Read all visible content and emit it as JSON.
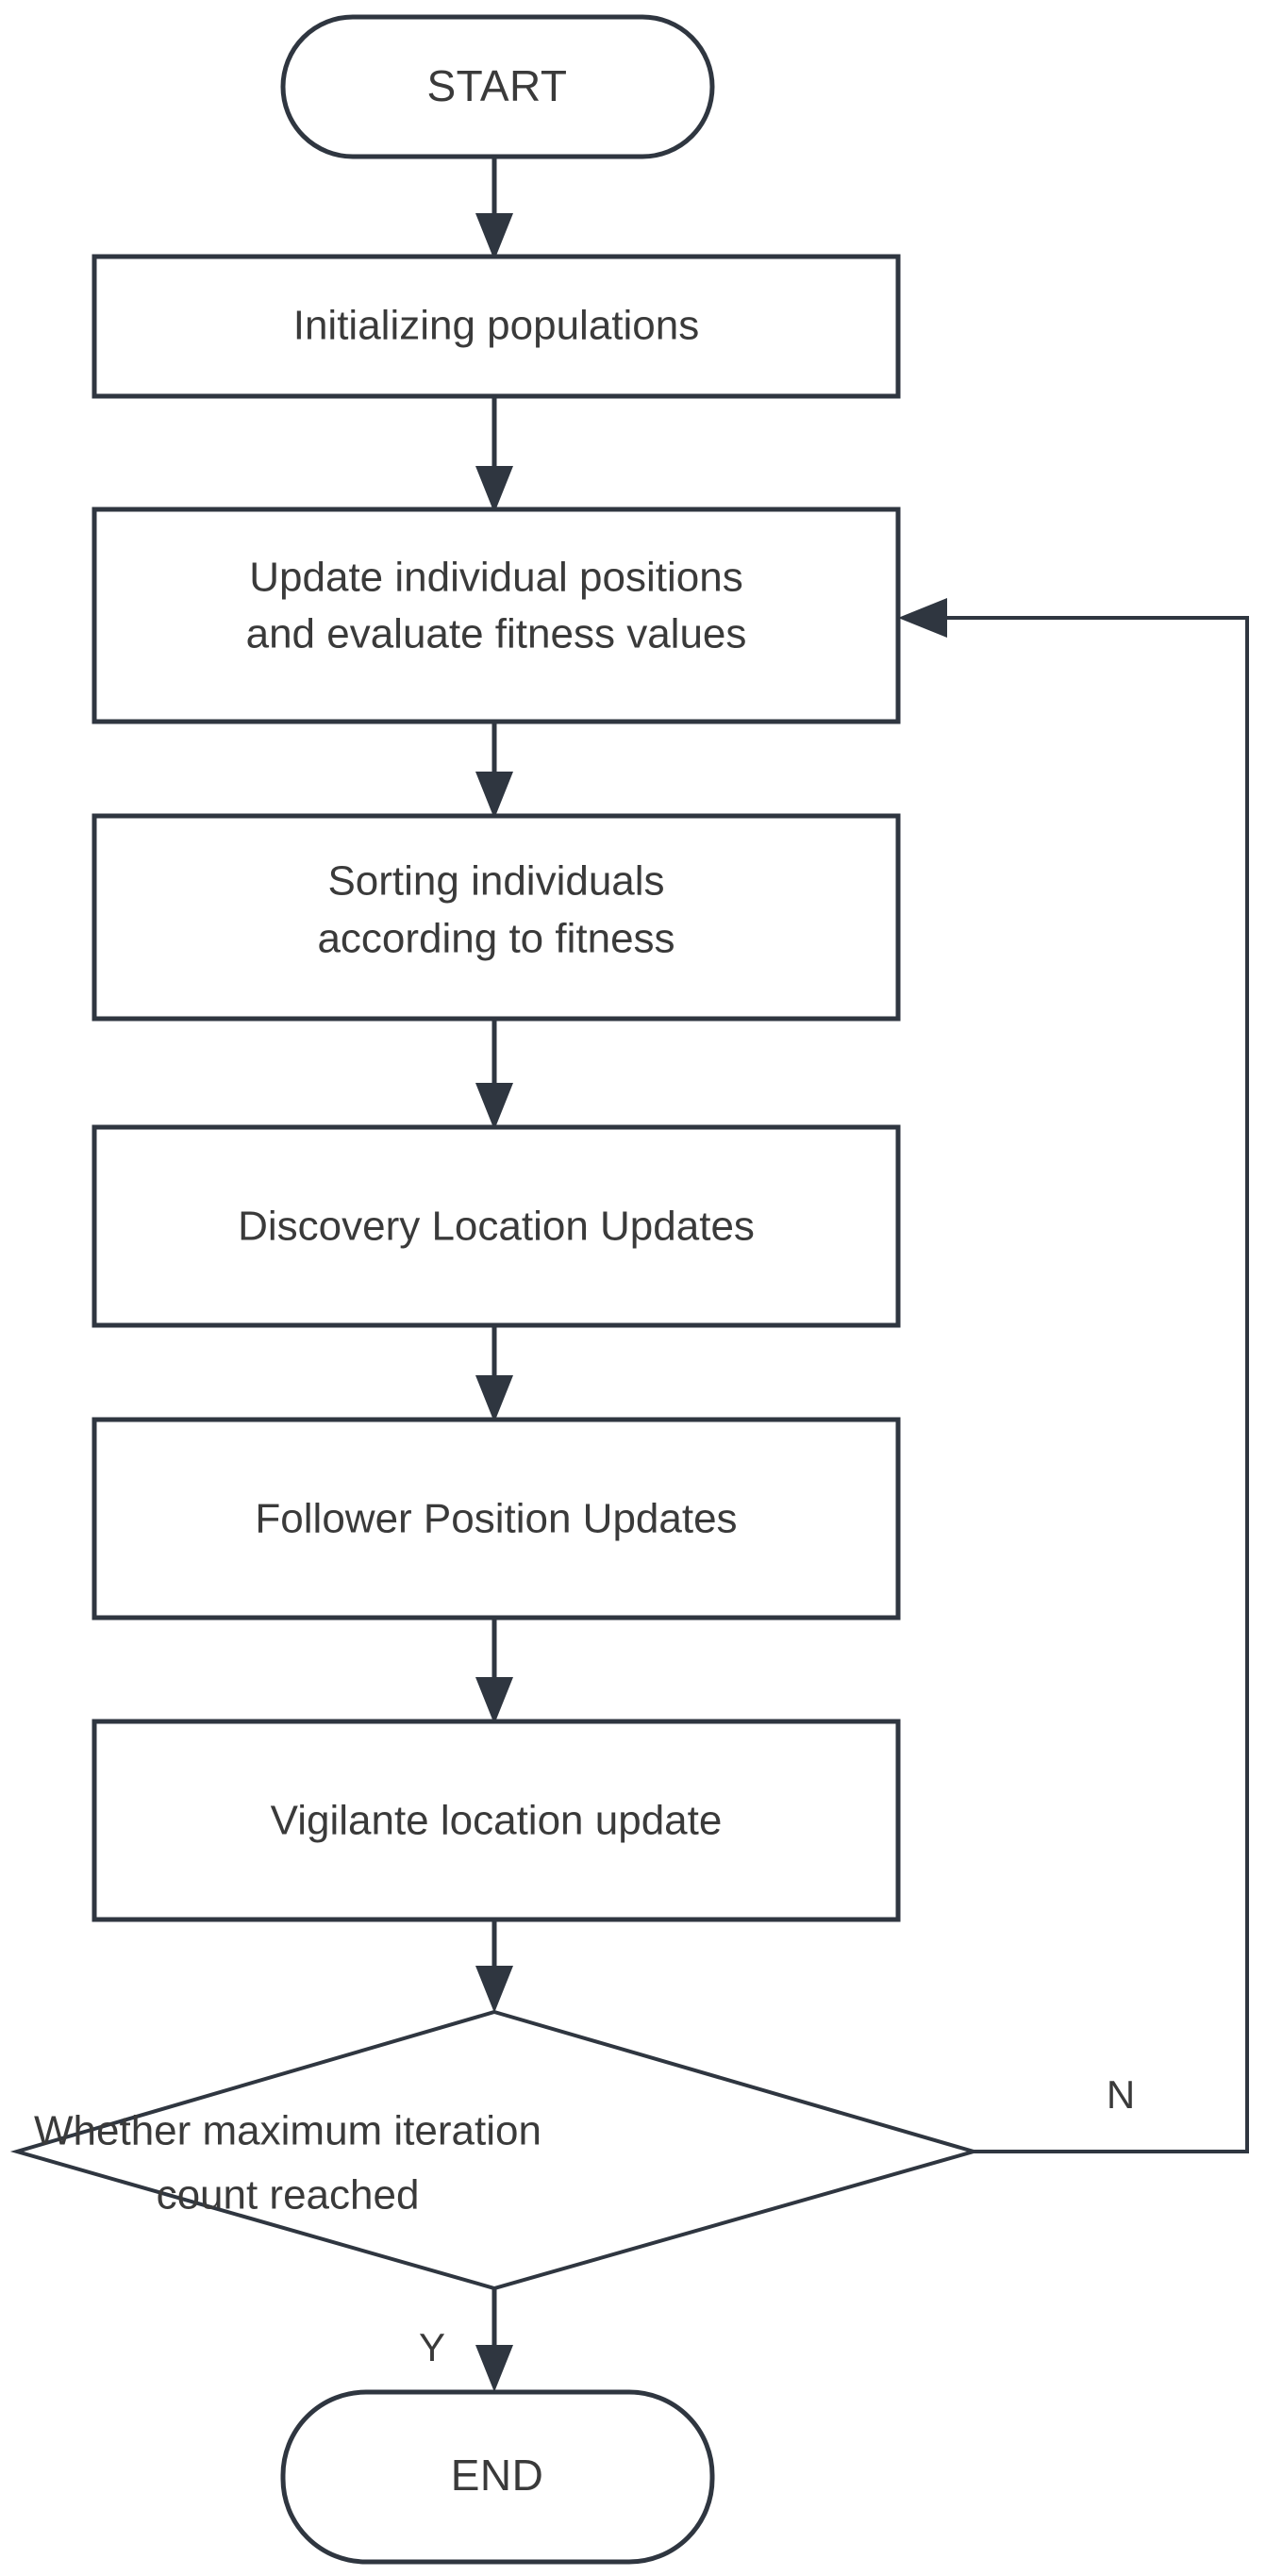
{
  "diagram": {
    "type": "flowchart",
    "title": "Sparrow Search Algorithm flowchart",
    "orientation": "top-to-bottom",
    "colors": {
      "stroke": "#2f3640",
      "fill": "#ffffff",
      "text": "#3a3a3a",
      "background": "#ffffff"
    },
    "nodes": [
      {
        "id": "start",
        "shape": "terminator",
        "label": "START"
      },
      {
        "id": "init",
        "shape": "process",
        "label": "Initializing populations"
      },
      {
        "id": "update",
        "shape": "process",
        "label_line1": "Update individual positions",
        "label_line2": "and evaluate fitness values"
      },
      {
        "id": "sort",
        "shape": "process",
        "label_line1": "Sorting individuals",
        "label_line2": "according to fitness"
      },
      {
        "id": "discovery",
        "shape": "process",
        "label": "Discovery Location Updates"
      },
      {
        "id": "follower",
        "shape": "process",
        "label": "Follower Position Updates"
      },
      {
        "id": "vigilante",
        "shape": "process",
        "label": "Vigilante location update"
      },
      {
        "id": "decision",
        "shape": "decision",
        "label_line1": "Whether maximum iteration",
        "label_line2": "count reached"
      },
      {
        "id": "end",
        "shape": "terminator",
        "label": "END"
      }
    ],
    "edges": [
      {
        "from": "start",
        "to": "init",
        "label": ""
      },
      {
        "from": "init",
        "to": "update",
        "label": ""
      },
      {
        "from": "update",
        "to": "sort",
        "label": ""
      },
      {
        "from": "sort",
        "to": "discovery",
        "label": ""
      },
      {
        "from": "discovery",
        "to": "follower",
        "label": ""
      },
      {
        "from": "follower",
        "to": "vigilante",
        "label": ""
      },
      {
        "from": "vigilante",
        "to": "decision",
        "label": ""
      },
      {
        "from": "decision",
        "to": "update",
        "label": "N"
      },
      {
        "from": "decision",
        "to": "end",
        "label": "Y"
      }
    ],
    "edge_labels": {
      "no": "N",
      "yes": "Y"
    }
  }
}
